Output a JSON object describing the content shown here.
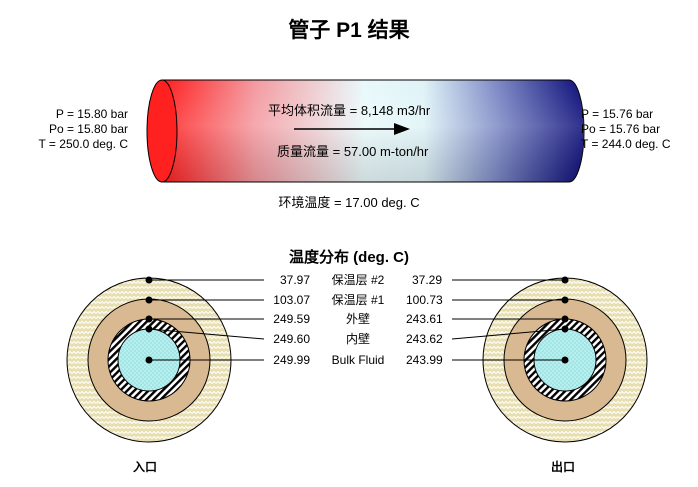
{
  "title": "管子 P1 结果",
  "inlet_conditions": {
    "p": "P = 15.80 bar",
    "po": "Po = 15.80 bar",
    "t": "T = 250.0 deg. C"
  },
  "outlet_conditions": {
    "p": "P = 15.76 bar",
    "po": "Po = 15.76 bar",
    "t": "T = 244.0 deg. C"
  },
  "flow": {
    "avg_volume_flow": "平均体积流量 = 8,148 m3/hr",
    "mass_flow": "质量流量 = 57.00 m-ton/hr"
  },
  "ambient_temperature": "环境温度 = 17.00 deg. C",
  "distribution": {
    "title": "温度分布 (deg. C)",
    "rows": [
      {
        "label": "保温层 #2",
        "inlet": "37.97",
        "outlet": "37.29"
      },
      {
        "label": "保温层 #1",
        "inlet": "103.07",
        "outlet": "100.73"
      },
      {
        "label": "外壁",
        "inlet": "249.59",
        "outlet": "243.61"
      },
      {
        "label": "内壁",
        "inlet": "249.60",
        "outlet": "243.62"
      },
      {
        "label": "Bulk Fluid",
        "inlet": "249.99",
        "outlet": "243.99"
      }
    ]
  },
  "inlet_label": "入口",
  "outlet_label": "出口",
  "colors": {
    "hot": "#ff0000",
    "mid": "#e8f8fb",
    "cold": "#0a0a7a",
    "insulation_outer": "#e7dfb0",
    "insulation_inner": "#d9b991",
    "fluid": "#b5f0f0"
  }
}
